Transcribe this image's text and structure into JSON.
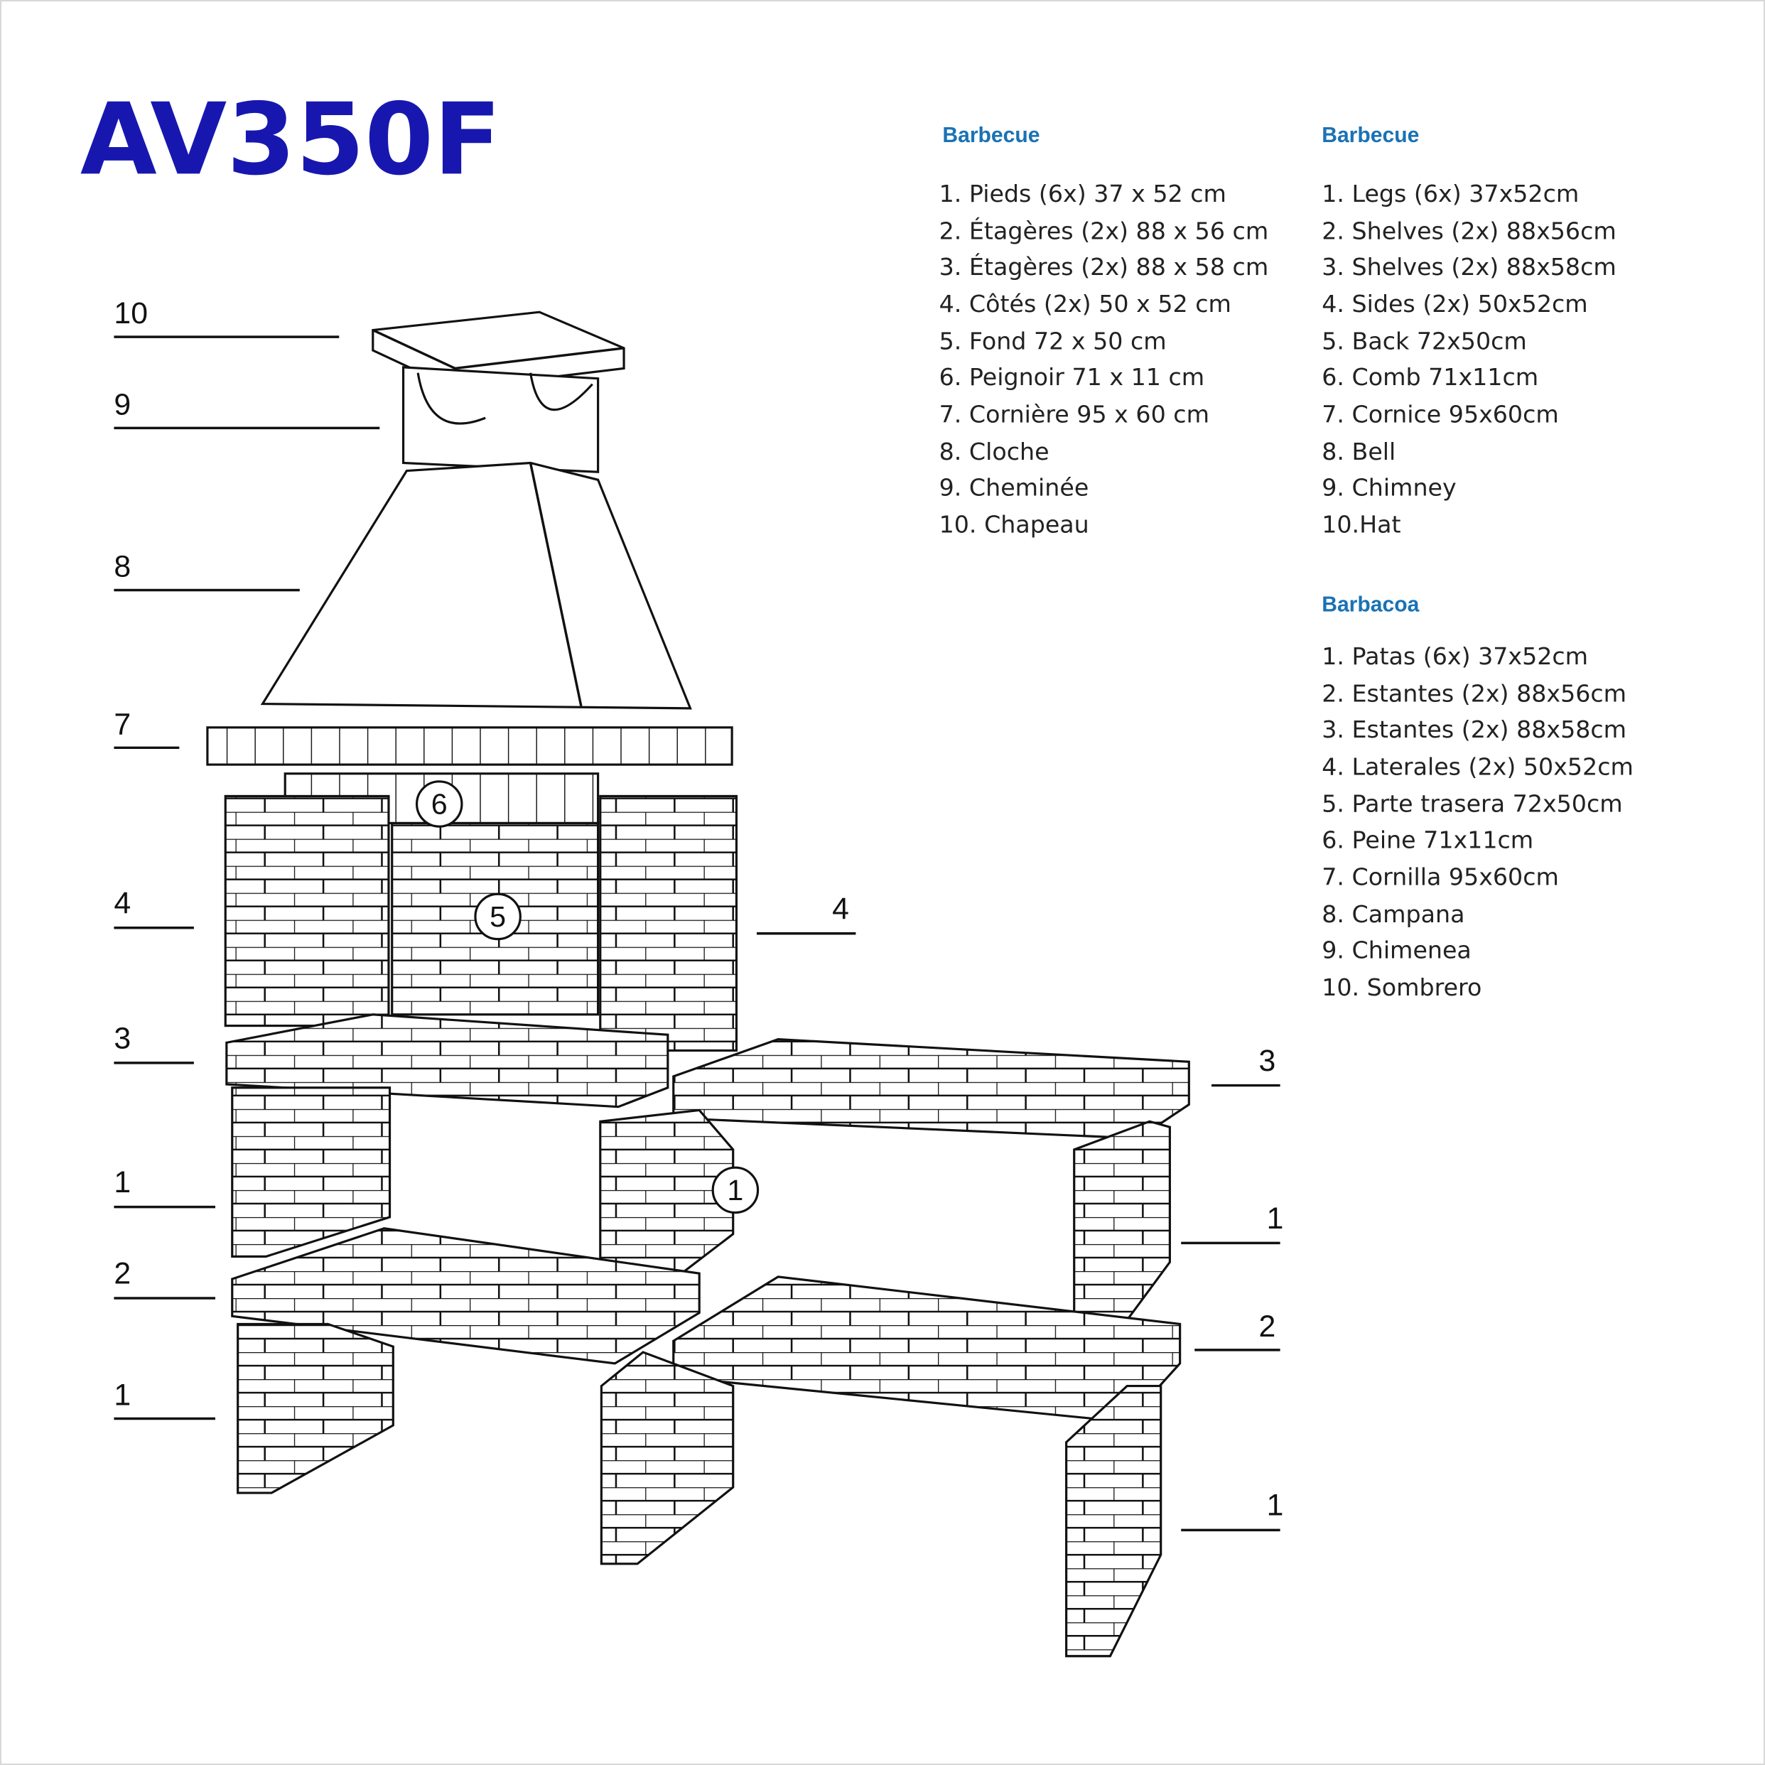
{
  "title": "AV350F",
  "colors": {
    "title": "#1717b0",
    "heading": "#1a72b5",
    "text": "#222222"
  },
  "french": {
    "heading": "Barbecue",
    "items": [
      "1. Pieds (6x) 37 x 52 cm",
      "2. Étagères (2x) 88 x 56 cm",
      "3. Étagères (2x) 88 x 58 cm",
      "4. Côtés (2x) 50 x 52 cm",
      "5. Fond 72 x 50 cm",
      "6. Peignoir 71 x 11 cm",
      "7. Cornière 95 x 60 cm",
      "8. Cloche",
      "9. Cheminée",
      "10. Chapeau"
    ]
  },
  "english": {
    "heading": "Barbecue",
    "items": [
      "1. Legs (6x) 37x52cm",
      "2. Shelves (2x) 88x56cm",
      "3. Shelves (2x) 88x58cm",
      "4. Sides (2x) 50x52cm",
      "5. Back 72x50cm",
      "6. Comb 71x11cm",
      "7. Cornice 95x60cm",
      "8. Bell",
      "9. Chimney",
      "10.Hat"
    ]
  },
  "spanish": {
    "heading": "Barbacoa",
    "items": [
      "1. Patas (6x) 37x52cm",
      "2. Estantes (2x) 88x56cm",
      "3. Estantes (2x) 88x58cm",
      "4. Laterales (2x) 50x52cm",
      "5. Parte trasera 72x50cm",
      "6. Peine 71x11cm",
      "7. Cornilla 95x60cm",
      "8. Campana",
      "9. Chimenea",
      "10.  Sombrero"
    ]
  },
  "callouts_left": [
    "10",
    "9",
    "8",
    "7",
    "4",
    "3",
    "1",
    "2",
    "1"
  ],
  "callouts_right": [
    "4",
    "3",
    "1",
    "2",
    "1"
  ],
  "circled": [
    "6",
    "5",
    "1"
  ]
}
